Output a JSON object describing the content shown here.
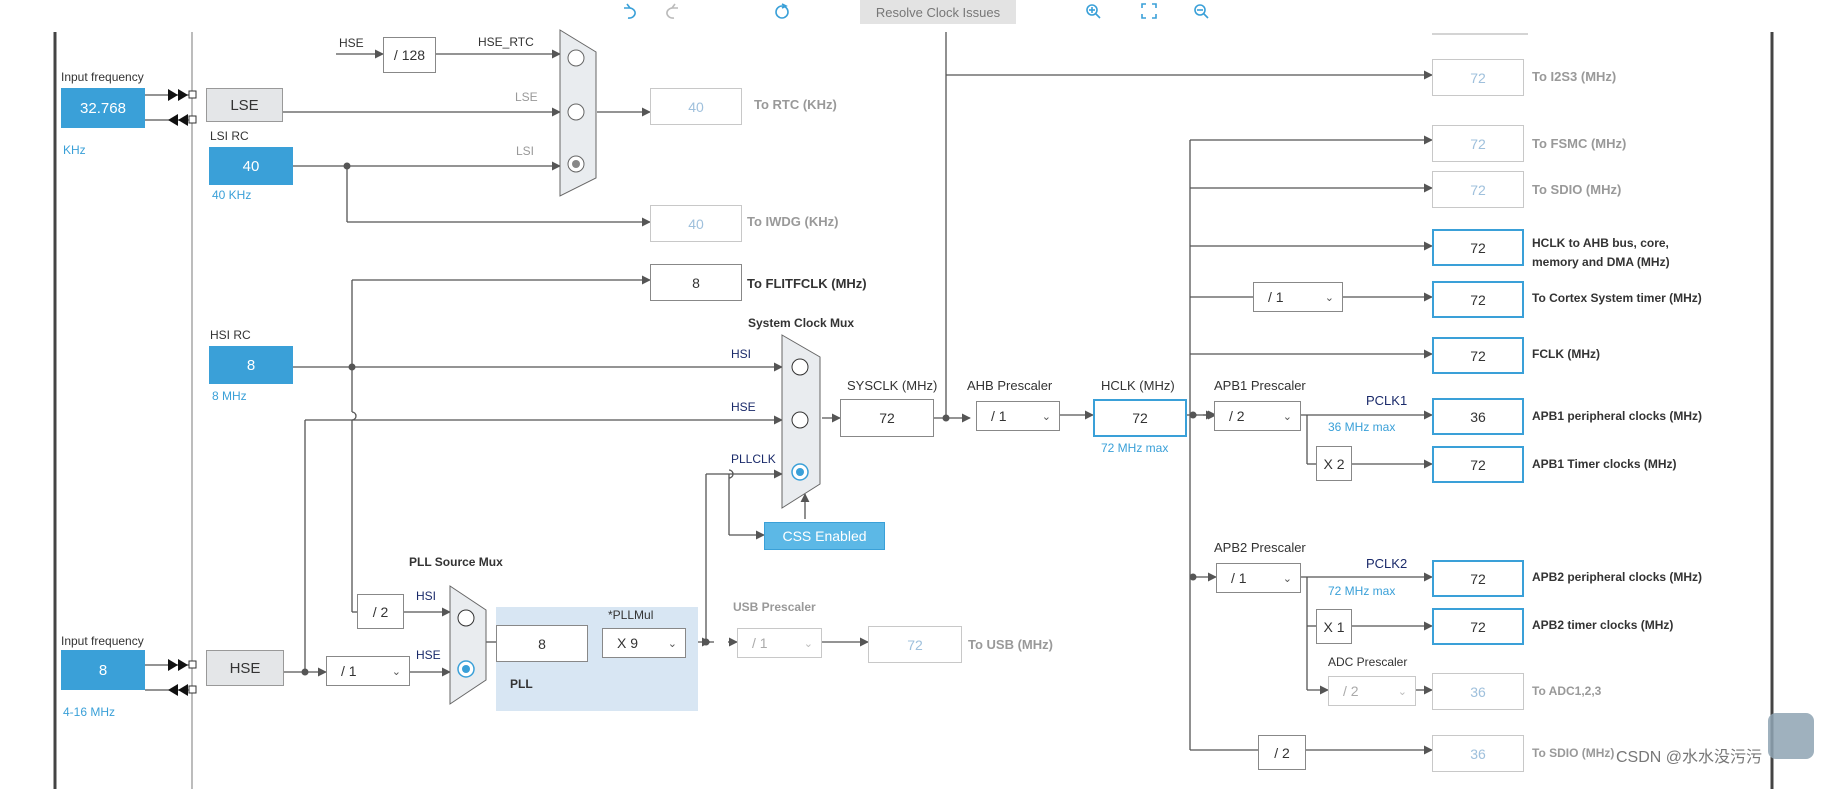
{
  "toolbar": {
    "undo_icon": "undo-icon",
    "redo_icon": "redo-icon",
    "refresh_icon": "refresh-icon",
    "resolve_label": "Resolve Clock Issues",
    "zoom_in_icon": "zoom-in-icon",
    "fit_icon": "fit-icon",
    "zoom_out_icon": "zoom-out-icon"
  },
  "lse_input": {
    "caption": "Input frequency",
    "value": "32.768",
    "unit": "KHz"
  },
  "lse": {
    "label": "LSE"
  },
  "lsi": {
    "caption": "LSI RC",
    "value": "40",
    "unit": "40 KHz"
  },
  "hsi": {
    "caption": "HSI RC",
    "value": "8",
    "unit": "8 MHz"
  },
  "hse_input": {
    "caption": "Input frequency",
    "value": "8",
    "unit": "4-16 MHz"
  },
  "hse": {
    "label": "HSE"
  },
  "rtc_mux": {
    "hse_label": "HSE",
    "div128": "/ 128",
    "hse_rtc": "HSE_RTC",
    "lse_label": "LSE",
    "lsi_label": "LSI"
  },
  "rtc_out": {
    "value": "40",
    "label": "To RTC (KHz)"
  },
  "iwdg_out": {
    "value": "40",
    "label": "To IWDG (KHz)"
  },
  "flitf_out": {
    "value": "8",
    "label": "To FLITFCLK (MHz)"
  },
  "sys_mux": {
    "title": "System Clock Mux",
    "hsi": "HSI",
    "hse": "HSE",
    "pllclk": "PLLCLK"
  },
  "css": {
    "label": "CSS Enabled"
  },
  "pll_mux": {
    "title": "PLL Source Mux",
    "hsi": "HSI",
    "hse": "HSE",
    "div2": "/ 2"
  },
  "hse_prediv": "/ 1",
  "pll": {
    "label": "PLL",
    "input_value": "8",
    "mul_caption": "*PLLMul",
    "mul_value": "X 9"
  },
  "usb": {
    "caption": "USB Prescaler",
    "prescaler": "/ 1",
    "value": "72",
    "label": "To USB (MHz)"
  },
  "sysclk": {
    "caption": "SYSCLK (MHz)",
    "value": "72"
  },
  "ahb": {
    "caption": "AHB Prescaler",
    "value": "/ 1"
  },
  "hclk": {
    "caption": "HCLK (MHz)",
    "value": "72",
    "max": "72 MHz max"
  },
  "apb1": {
    "caption": "APB1 Prescaler",
    "value": "/ 2",
    "pclk": "PCLK1",
    "max": "36 MHz max",
    "timer_mul": "X 2"
  },
  "apb2": {
    "caption": "APB2 Prescaler",
    "value": "/ 1",
    "pclk": "PCLK2",
    "max": "72 MHz max",
    "timer_mul": "X 1"
  },
  "adc": {
    "caption": "ADC Prescaler",
    "value": "/ 2"
  },
  "cortex_div": "/ 1",
  "sdio_div": "/ 2",
  "outputs": {
    "i2s3": {
      "value": "72",
      "label": "To I2S3 (MHz)"
    },
    "fsmc": {
      "value": "72",
      "label": "To FSMC (MHz)"
    },
    "sdio1": {
      "value": "72",
      "label": "To SDIO (MHz)"
    },
    "hclk_ahb": {
      "value": "72",
      "label1": "HCLK to AHB bus, core,",
      "label2": "memory and DMA (MHz)"
    },
    "cortex": {
      "value": "72",
      "label": "To Cortex System timer (MHz)"
    },
    "fclk": {
      "value": "72",
      "label": "FCLK (MHz)"
    },
    "apb1_periph": {
      "value": "36",
      "label": "APB1 peripheral clocks (MHz)"
    },
    "apb1_timer": {
      "value": "72",
      "label": "APB1 Timer clocks (MHz)"
    },
    "apb2_periph": {
      "value": "72",
      "label": "APB2 peripheral clocks (MHz)"
    },
    "apb2_timer": {
      "value": "72",
      "label": "APB2 timer clocks (MHz)"
    },
    "adc": {
      "value": "36",
      "label": "To ADC1,2,3"
    },
    "sdio2": {
      "value": "36",
      "label": "To SDIO (MHz)"
    }
  },
  "watermark": "CSDN @水水没污污"
}
